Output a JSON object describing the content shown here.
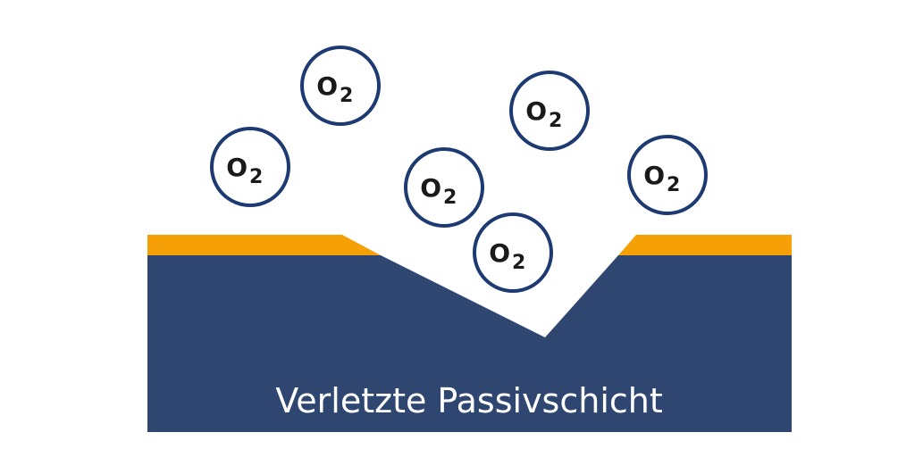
{
  "caption": "Verletzte Passivschicht",
  "molecule": {
    "symbol": "O",
    "subscript": "2"
  },
  "colors": {
    "background": "#ffffff",
    "metal": "#2f4671",
    "passive_layer": "#f5a007",
    "molecule_ring": "#1e3a72",
    "molecule_text": "#1a1a1a"
  }
}
